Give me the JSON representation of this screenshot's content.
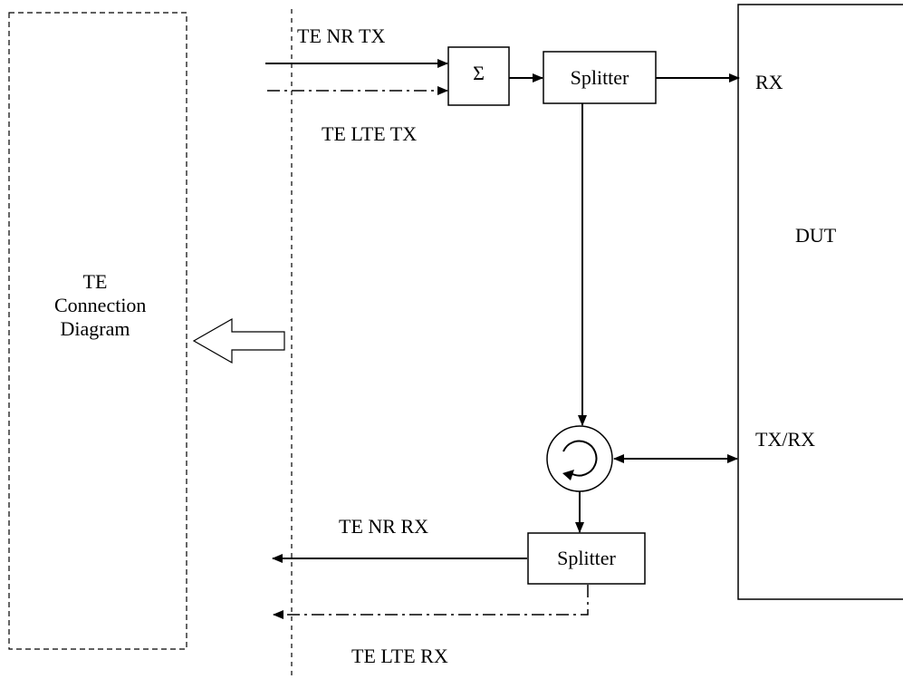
{
  "te_block": {
    "line1": "TE",
    "line2": "Connection",
    "line3": "Diagram"
  },
  "dut": {
    "label": "DUT",
    "rx_port": "RX",
    "txrx_port": "TX/RX"
  },
  "combiner": {
    "symbol": "Σ"
  },
  "splitter_top": {
    "label": "Splitter"
  },
  "splitter_bottom": {
    "label": "Splitter"
  },
  "signals": {
    "te_nr_tx": "TE NR TX",
    "te_lte_tx": "TE LTE TX",
    "te_nr_rx": "TE NR RX",
    "te_lte_rx": "TE LTE RX"
  },
  "icons": {
    "circulator": "circulator-icon",
    "direction_arrow": "hollow-left-arrow-icon"
  }
}
